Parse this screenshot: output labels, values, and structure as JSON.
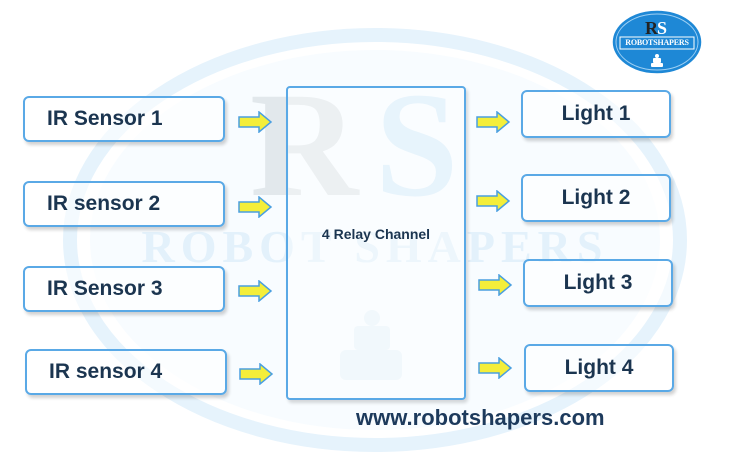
{
  "inputs": [
    {
      "label": "IR Sensor 1"
    },
    {
      "label": "IR sensor 2"
    },
    {
      "label": "IR Sensor 3"
    },
    {
      "label": "IR sensor 4"
    }
  ],
  "relay": {
    "label": "4 Relay Channel"
  },
  "outputs": [
    {
      "label": "Light 1"
    },
    {
      "label": "Light 2"
    },
    {
      "label": "Light 3"
    },
    {
      "label": "Light 4"
    }
  ],
  "website": "www.robotshapers.com",
  "logo": {
    "name": "ROBOTSHAPERS",
    "initials": "RS"
  },
  "watermark": {
    "text": "ROBOT SHAPERS",
    "initials": "RS"
  },
  "colors": {
    "box_border": "#5aa9e6",
    "arrow_fill": "#f4ee3a",
    "arrow_stroke": "#4a9fe0",
    "text": "#1b3550",
    "logo_blue": "#1e88d6",
    "watermark": "#dbeefa"
  },
  "icons": [
    "right-arrow-icon",
    "robot-logo-icon"
  ]
}
